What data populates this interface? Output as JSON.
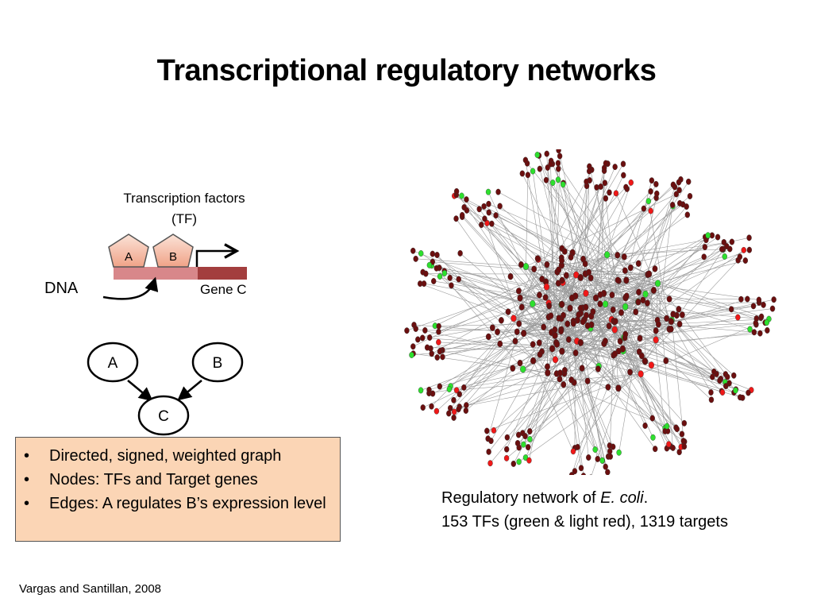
{
  "title": "Transcriptional regulatory networks",
  "diagram": {
    "tf_label_line1": "Transcription factors",
    "tf_label_line2": "(TF)",
    "tf_a": "A",
    "tf_b": "B",
    "dna_label": "DNA",
    "gene_label": "Gene C",
    "graph_nodes": [
      "A",
      "B",
      "C"
    ],
    "colors": {
      "tf_fill": "#f4b7a0",
      "tf_fill_light": "#fbe3d8",
      "dna_light": "#d8878a",
      "gene_dark": "#a33e3e"
    }
  },
  "bullets": [
    "Directed, signed, weighted graph",
    "Nodes: TFs and Target genes",
    "Edges: A regulates B’s expression level"
  ],
  "bullets_box_color": "#fbd5b5",
  "caption": {
    "line1_prefix": "Regulatory network of ",
    "line1_species": "E. coli",
    "line1_suffix": ".",
    "line2": "153 TFs (green & light red),  1319 targets"
  },
  "network_colors": {
    "target": "#6b0f0f",
    "tf_green": "#2ee02e",
    "tf_red": "#f01818",
    "edge": "#9a9a9a"
  },
  "citation": "Vargas and Santillan, 2008"
}
